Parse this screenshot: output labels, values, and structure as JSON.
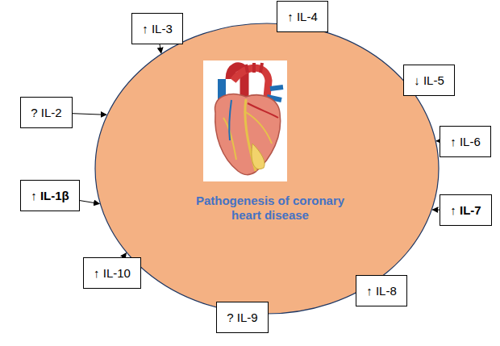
{
  "diagram": {
    "nodes": [
      {
        "text": [
          "Pathogenesis of coronary heart disease"
        ]
      },
      {
        "text": [
          "↑ IL-4"
        ]
      },
      {
        "text": [
          "↑ IL-3"
        ]
      },
      {
        "text": [
          "↓ IL-5"
        ]
      },
      {
        "text": [
          "? IL-2"
        ]
      },
      {
        "text": [
          "↑ IL-6"
        ]
      },
      {
        "text": [
          "↑ IL-1β"
        ]
      },
      {
        "text": [
          "↑ IL-7"
        ]
      },
      {
        "text": [
          "↑ IL-10"
        ]
      },
      {
        "text": [
          "↑ IL-8"
        ]
      },
      {
        "text": [
          "? IL-9"
        ]
      }
    ],
    "edges": [
      {
        "from": 1,
        "to": 0,
        "arrow": "to"
      },
      {
        "from": 2,
        "to": 0,
        "arrow": "to"
      },
      {
        "from": 3,
        "to": 0,
        "arrow": "to"
      },
      {
        "from": 4,
        "to": 0,
        "arrow": "to"
      },
      {
        "from": 5,
        "to": 0,
        "arrow": "to"
      },
      {
        "from": 6,
        "to": 0,
        "arrow": "to"
      },
      {
        "from": 7,
        "to": 0,
        "arrow": "to"
      },
      {
        "from": 8,
        "to": 0,
        "arrow": "to"
      },
      {
        "from": 9,
        "to": 0,
        "arrow": "to"
      },
      {
        "from": 10,
        "to": 0,
        "arrow": "to"
      }
    ]
  }
}
